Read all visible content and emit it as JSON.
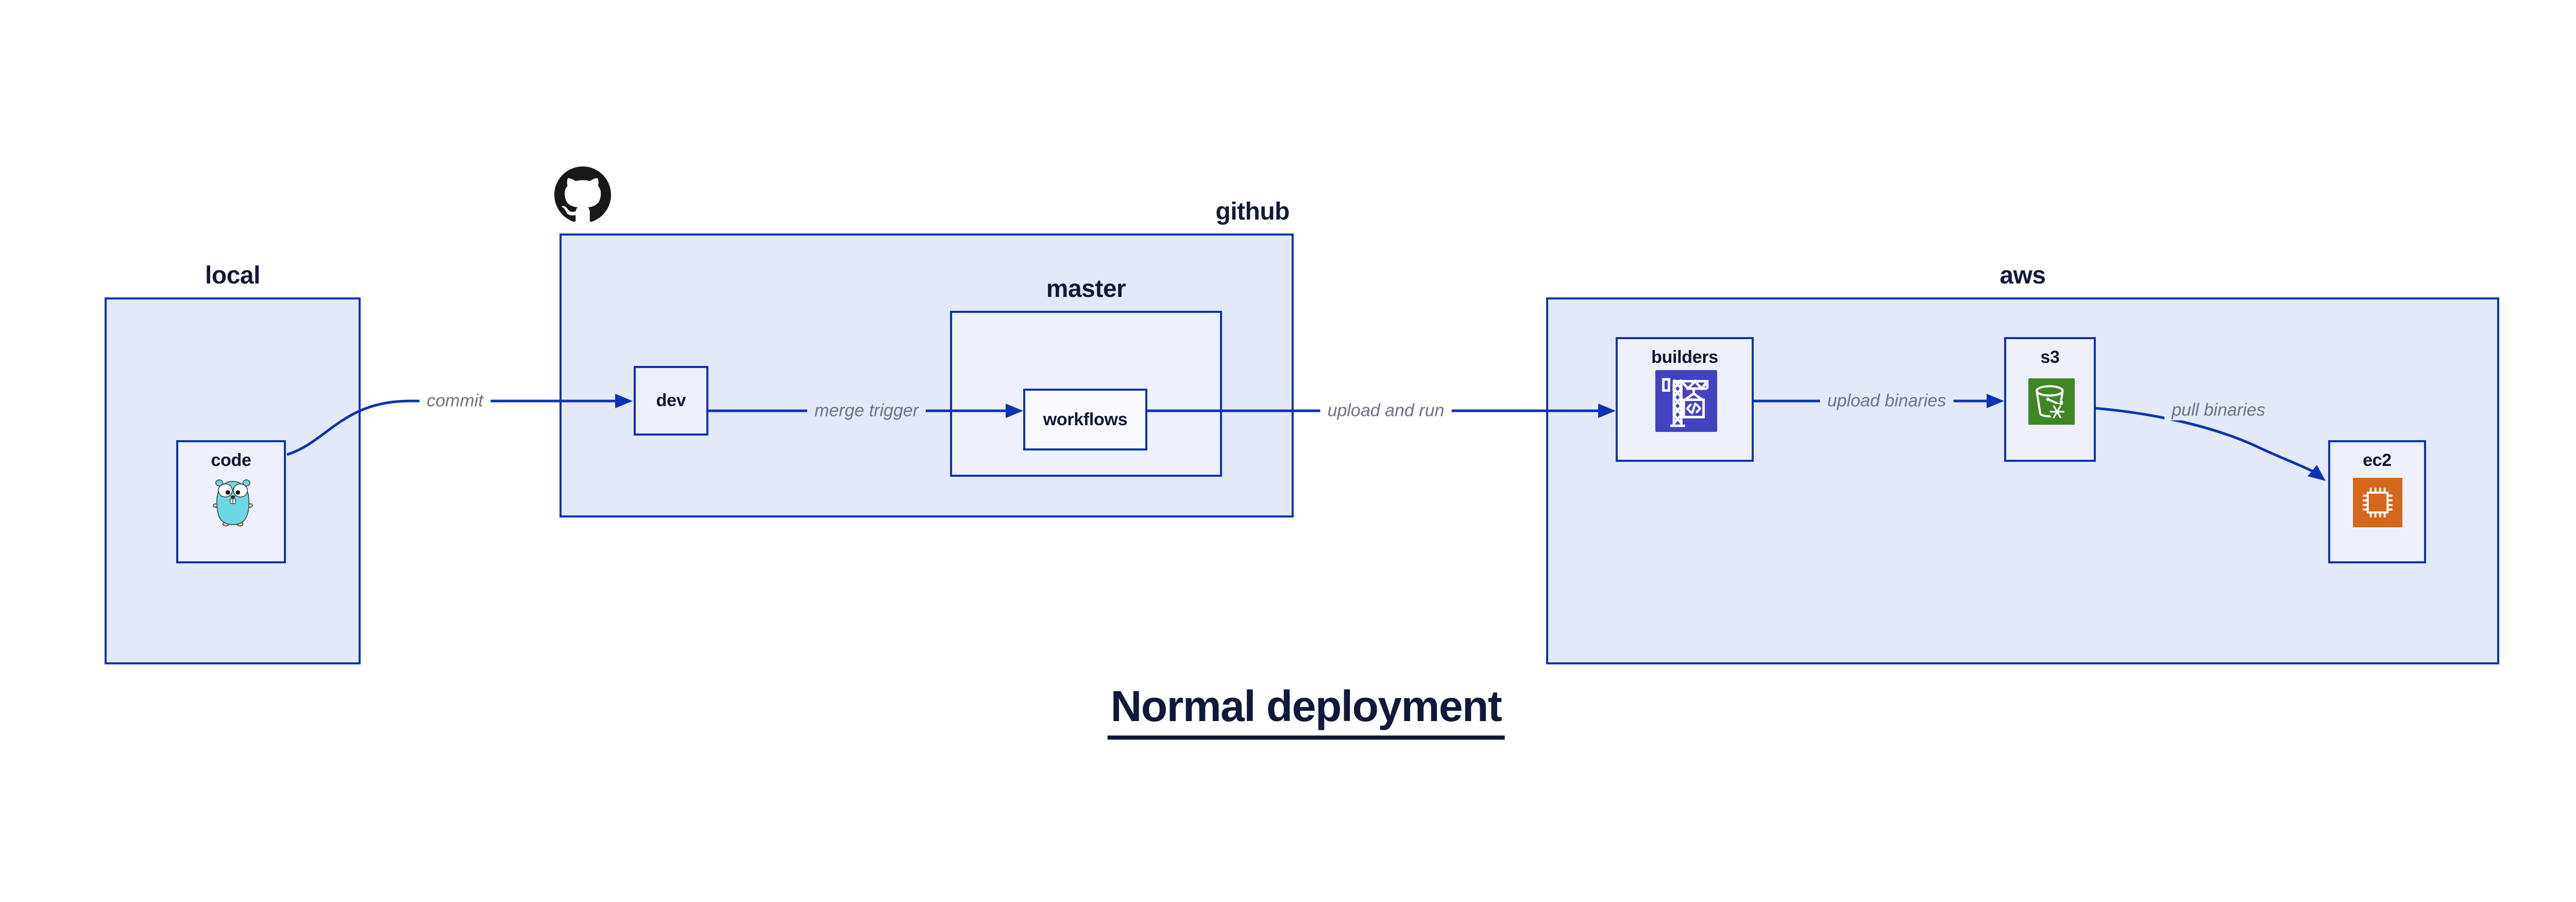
{
  "diagram": {
    "title": "Normal deployment",
    "containers": [
      {
        "id": "local",
        "label": "local"
      },
      {
        "id": "github",
        "label": "github"
      },
      {
        "id": "master",
        "label": "master"
      },
      {
        "id": "aws",
        "label": "aws"
      }
    ],
    "nodes": [
      {
        "id": "code",
        "label": "code"
      },
      {
        "id": "dev",
        "label": "dev"
      },
      {
        "id": "workflows",
        "label": "workflows"
      },
      {
        "id": "builders",
        "label": "builders"
      },
      {
        "id": "s3",
        "label": "s3"
      },
      {
        "id": "ec2",
        "label": "ec2"
      }
    ],
    "edges": [
      {
        "from": "code",
        "to": "dev",
        "label": "commit"
      },
      {
        "from": "dev",
        "to": "workflows",
        "label": "merge trigger"
      },
      {
        "from": "workflows",
        "to": "builders",
        "label": "upload and run"
      },
      {
        "from": "builders",
        "to": "s3",
        "label": "upload binaries"
      },
      {
        "from": "s3",
        "to": "ec2",
        "label": "pull binaries"
      }
    ],
    "icons": [
      {
        "id": "github-logo",
        "name": "github-octocat-icon"
      },
      {
        "id": "gopher",
        "name": "go-gopher-icon"
      },
      {
        "id": "codebuild",
        "name": "aws-codebuild-crane-icon"
      },
      {
        "id": "s3-bucket",
        "name": "aws-s3-bucket-snowflake-icon"
      },
      {
        "id": "ec2-chip",
        "name": "aws-ec2-chip-icon"
      }
    ],
    "colors": {
      "edge_blue": "#0D32B2",
      "container_fill": "#E4E9FA",
      "node_fill": "#EEF1FC",
      "inner_node_fill": "#F7F9FE",
      "text_navy": "#0E1633",
      "edge_label_gray": "#6E7383",
      "codebuild_indigo": "#4442C1",
      "s3_green": "#3F8624",
      "ec2_orange": "#D4671B",
      "gopher_teal": "#6CD9E2",
      "github_black": "#191717"
    }
  }
}
